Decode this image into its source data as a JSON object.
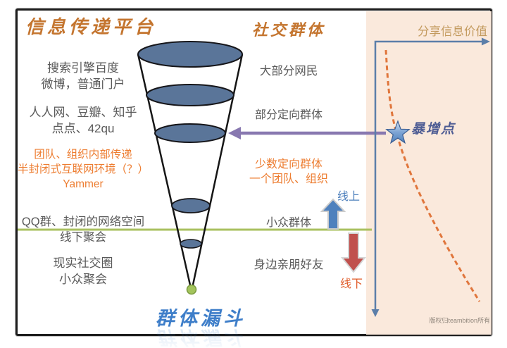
{
  "header": {
    "platform_title": "信息传递平台",
    "social_title": "社交群体"
  },
  "left_column": {
    "blocks": [
      {
        "color": "gray",
        "lines": [
          "搜索引擎百度",
          "微博，普通门户"
        ]
      },
      {
        "color": "gray",
        "lines": [
          "人人网、豆瓣、知乎",
          "点点、42qu"
        ]
      },
      {
        "color": "orange",
        "lines": [
          "团队、组织内部传递",
          "半封闭式互联网环境（？）",
          "Yammer"
        ]
      },
      {
        "color": "gray",
        "lines": [
          "QQ群、封闭的网络空间",
          "线下聚会"
        ]
      },
      {
        "color": "gray",
        "lines": [
          "现实社交圈",
          "小众聚会"
        ]
      }
    ]
  },
  "middle_column": {
    "blocks": [
      {
        "color": "gray",
        "lines": [
          "大部分网民"
        ]
      },
      {
        "color": "gray",
        "lines": [
          "部分定向群体"
        ]
      },
      {
        "color": "orange",
        "lines": [
          "少数定向群体",
          "一个团队、组织"
        ]
      },
      {
        "color": "gray",
        "lines": [
          "小众群体"
        ]
      },
      {
        "color": "gray",
        "lines": [
          "身边亲朋好友"
        ]
      }
    ]
  },
  "funnel": {
    "caption": "群体漏斗",
    "ellipse_count": 5
  },
  "divider": {
    "online_label": "线上",
    "offline_label": "线下"
  },
  "value_panel": {
    "axis_label": "分享信息价值",
    "burst_point_label": "暴增点",
    "copyright": "版权归teambition所有"
  },
  "colors": {
    "title_orange": "#c4752f",
    "body_gray": "#595959",
    "accent_orange": "#ed7d31",
    "funnel_fill": "#5a7599",
    "divider_green": "#a9c05f",
    "online_blue": "#4f81bd",
    "offline_red": "#c0504d",
    "purple_arrow": "#8878b0",
    "axis_blue": "#5b7ea9",
    "curve_orange": "#e0763c",
    "caption_blue": "#3e7ec9",
    "panel_bg": "#fae9dc",
    "tip_green": "#a3c45c"
  }
}
